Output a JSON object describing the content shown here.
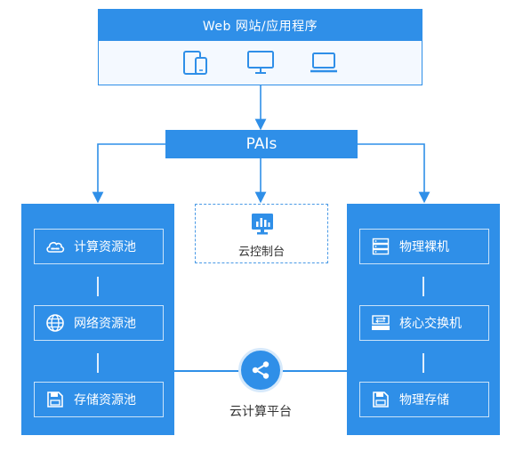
{
  "top_box": {
    "title": "Web 网站/应用程序",
    "devices": [
      "tablet-phone-icon",
      "desktop-monitor-icon",
      "laptop-icon"
    ]
  },
  "pais": {
    "label": "PAIs"
  },
  "console": {
    "label": "云控制台",
    "icon": "chart-monitor-icon"
  },
  "left_panel": {
    "items": [
      {
        "label": "计算资源池",
        "icon": "cloud-infinity-icon"
      },
      {
        "label": "网络资源池",
        "icon": "globe-icon"
      },
      {
        "label": "存储资源池",
        "icon": "floppy-disk-icon"
      }
    ]
  },
  "right_panel": {
    "items": [
      {
        "label": "物理裸机",
        "icon": "server-rack-icon"
      },
      {
        "label": "核心交换机",
        "icon": "switch-icon"
      },
      {
        "label": "物理存储",
        "icon": "floppy-disk-icon"
      }
    ]
  },
  "platform": {
    "label": "云计算平台",
    "icon": "share-nodes-icon"
  },
  "colors": {
    "primary": "#2f8fe8",
    "light_bg": "#f4f9ff",
    "text": "#333333"
  }
}
